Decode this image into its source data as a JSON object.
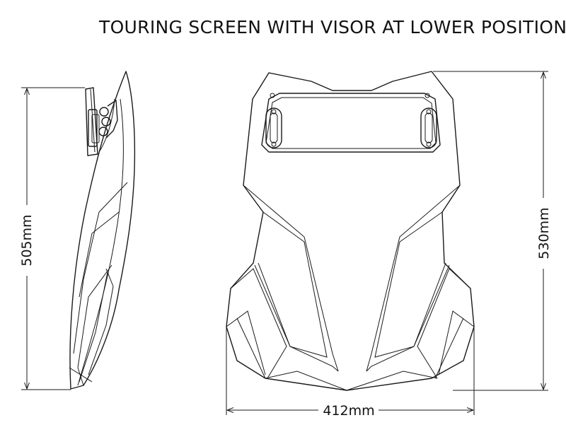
{
  "title": "TOURING SCREEN WITH VISOR AT LOWER POSITION",
  "dimensions": {
    "side_height": "505mm",
    "front_height": "530mm",
    "front_width": "412mm"
  }
}
